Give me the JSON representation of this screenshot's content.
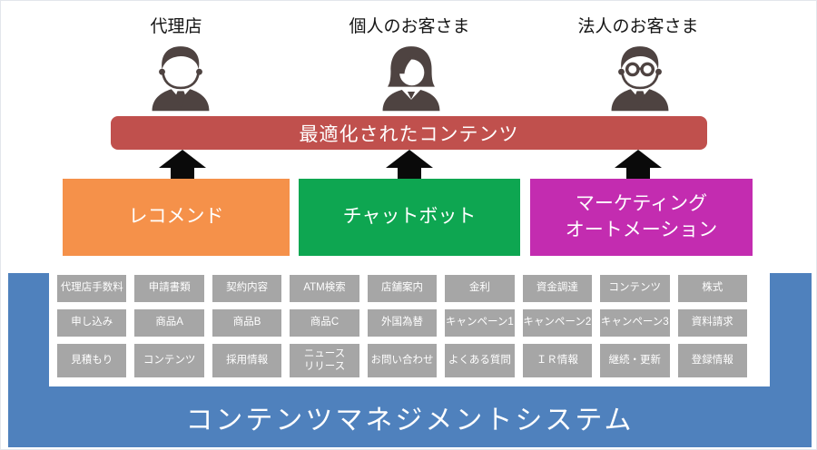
{
  "palette": {
    "banner_red": "#c0504d",
    "recommend_orange": "#f5914a",
    "chatbot_green": "#0ea651",
    "ma_magenta": "#c32cb0",
    "cms_blue": "#4f81bd",
    "tag_gray": "#a6a6a6",
    "person_icon": "#4e4341",
    "arrow_black": "#0a0a0a"
  },
  "audiences": [
    {
      "label": "代理店",
      "icon": "businessman-icon"
    },
    {
      "label": "個人のお客さま",
      "icon": "businesswoman-icon"
    },
    {
      "label": "法人のお客さま",
      "icon": "businessman-glasses-icon"
    }
  ],
  "banner": {
    "label": "最適化されたコンテンツ"
  },
  "channels": [
    {
      "label": "レコメンド"
    },
    {
      "label": "チャットボット"
    },
    {
      "label": "マーケティング\nオートメーション"
    }
  ],
  "cms": {
    "label": "コンテンツマネジメントシステム",
    "tag_rows": [
      [
        "代理店手数料",
        "申請書類",
        "契約内容",
        "ATM検索",
        "店舗案内",
        "金利",
        "資金調達",
        "コンテンツ",
        "株式"
      ],
      [
        "申し込み",
        "商品A",
        "商品B",
        "商品C",
        "外国為替",
        "キャンペーン1",
        "キャンペーン2",
        "キャンペーン3",
        "資料請求"
      ],
      [
        "見積もり",
        "コンテンツ",
        "採用情報",
        "ニュース\nリリース",
        "お問い合わせ",
        "よくある質問",
        "ＩＲ情報",
        "継続・更新",
        "登録情報"
      ]
    ]
  }
}
